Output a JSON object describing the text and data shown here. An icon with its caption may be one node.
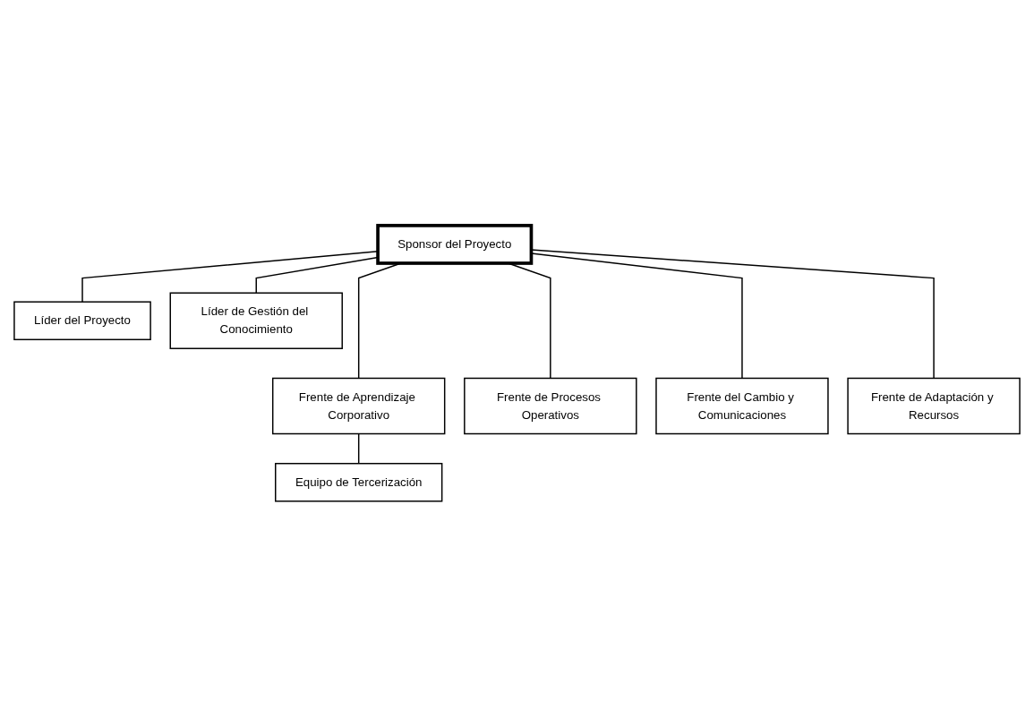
{
  "diagram": {
    "nodes": [
      {
        "text": [
          "Sponsor del Proyecto"
        ]
      },
      {
        "text": [
          "Líder del Proyecto"
        ]
      },
      {
        "text": [
          "Líder de Gestión del Conocimiento"
        ]
      },
      {
        "text": [
          "Frente de Aprendizaje Corporativo"
        ]
      },
      {
        "text": [
          "Frente de Procesos Operativos"
        ]
      },
      {
        "text": [
          "Frente del Cambio y Comunicaciones"
        ]
      },
      {
        "text": [
          "Frente de Adaptación y Recursos"
        ]
      },
      {
        "text": [
          "Equipo de Tercerización"
        ]
      }
    ],
    "edges": [
      {
        "from": 0,
        "to": 1,
        "arrow": "none"
      },
      {
        "from": 0,
        "to": 2,
        "arrow": "none"
      },
      {
        "from": 0,
        "to": 3,
        "arrow": "none"
      },
      {
        "from": 0,
        "to": 4,
        "arrow": "none"
      },
      {
        "from": 0,
        "to": 5,
        "arrow": "none"
      },
      {
        "from": 0,
        "to": 6,
        "arrow": "none"
      },
      {
        "from": 3,
        "to": 7,
        "arrow": "none"
      }
    ]
  }
}
